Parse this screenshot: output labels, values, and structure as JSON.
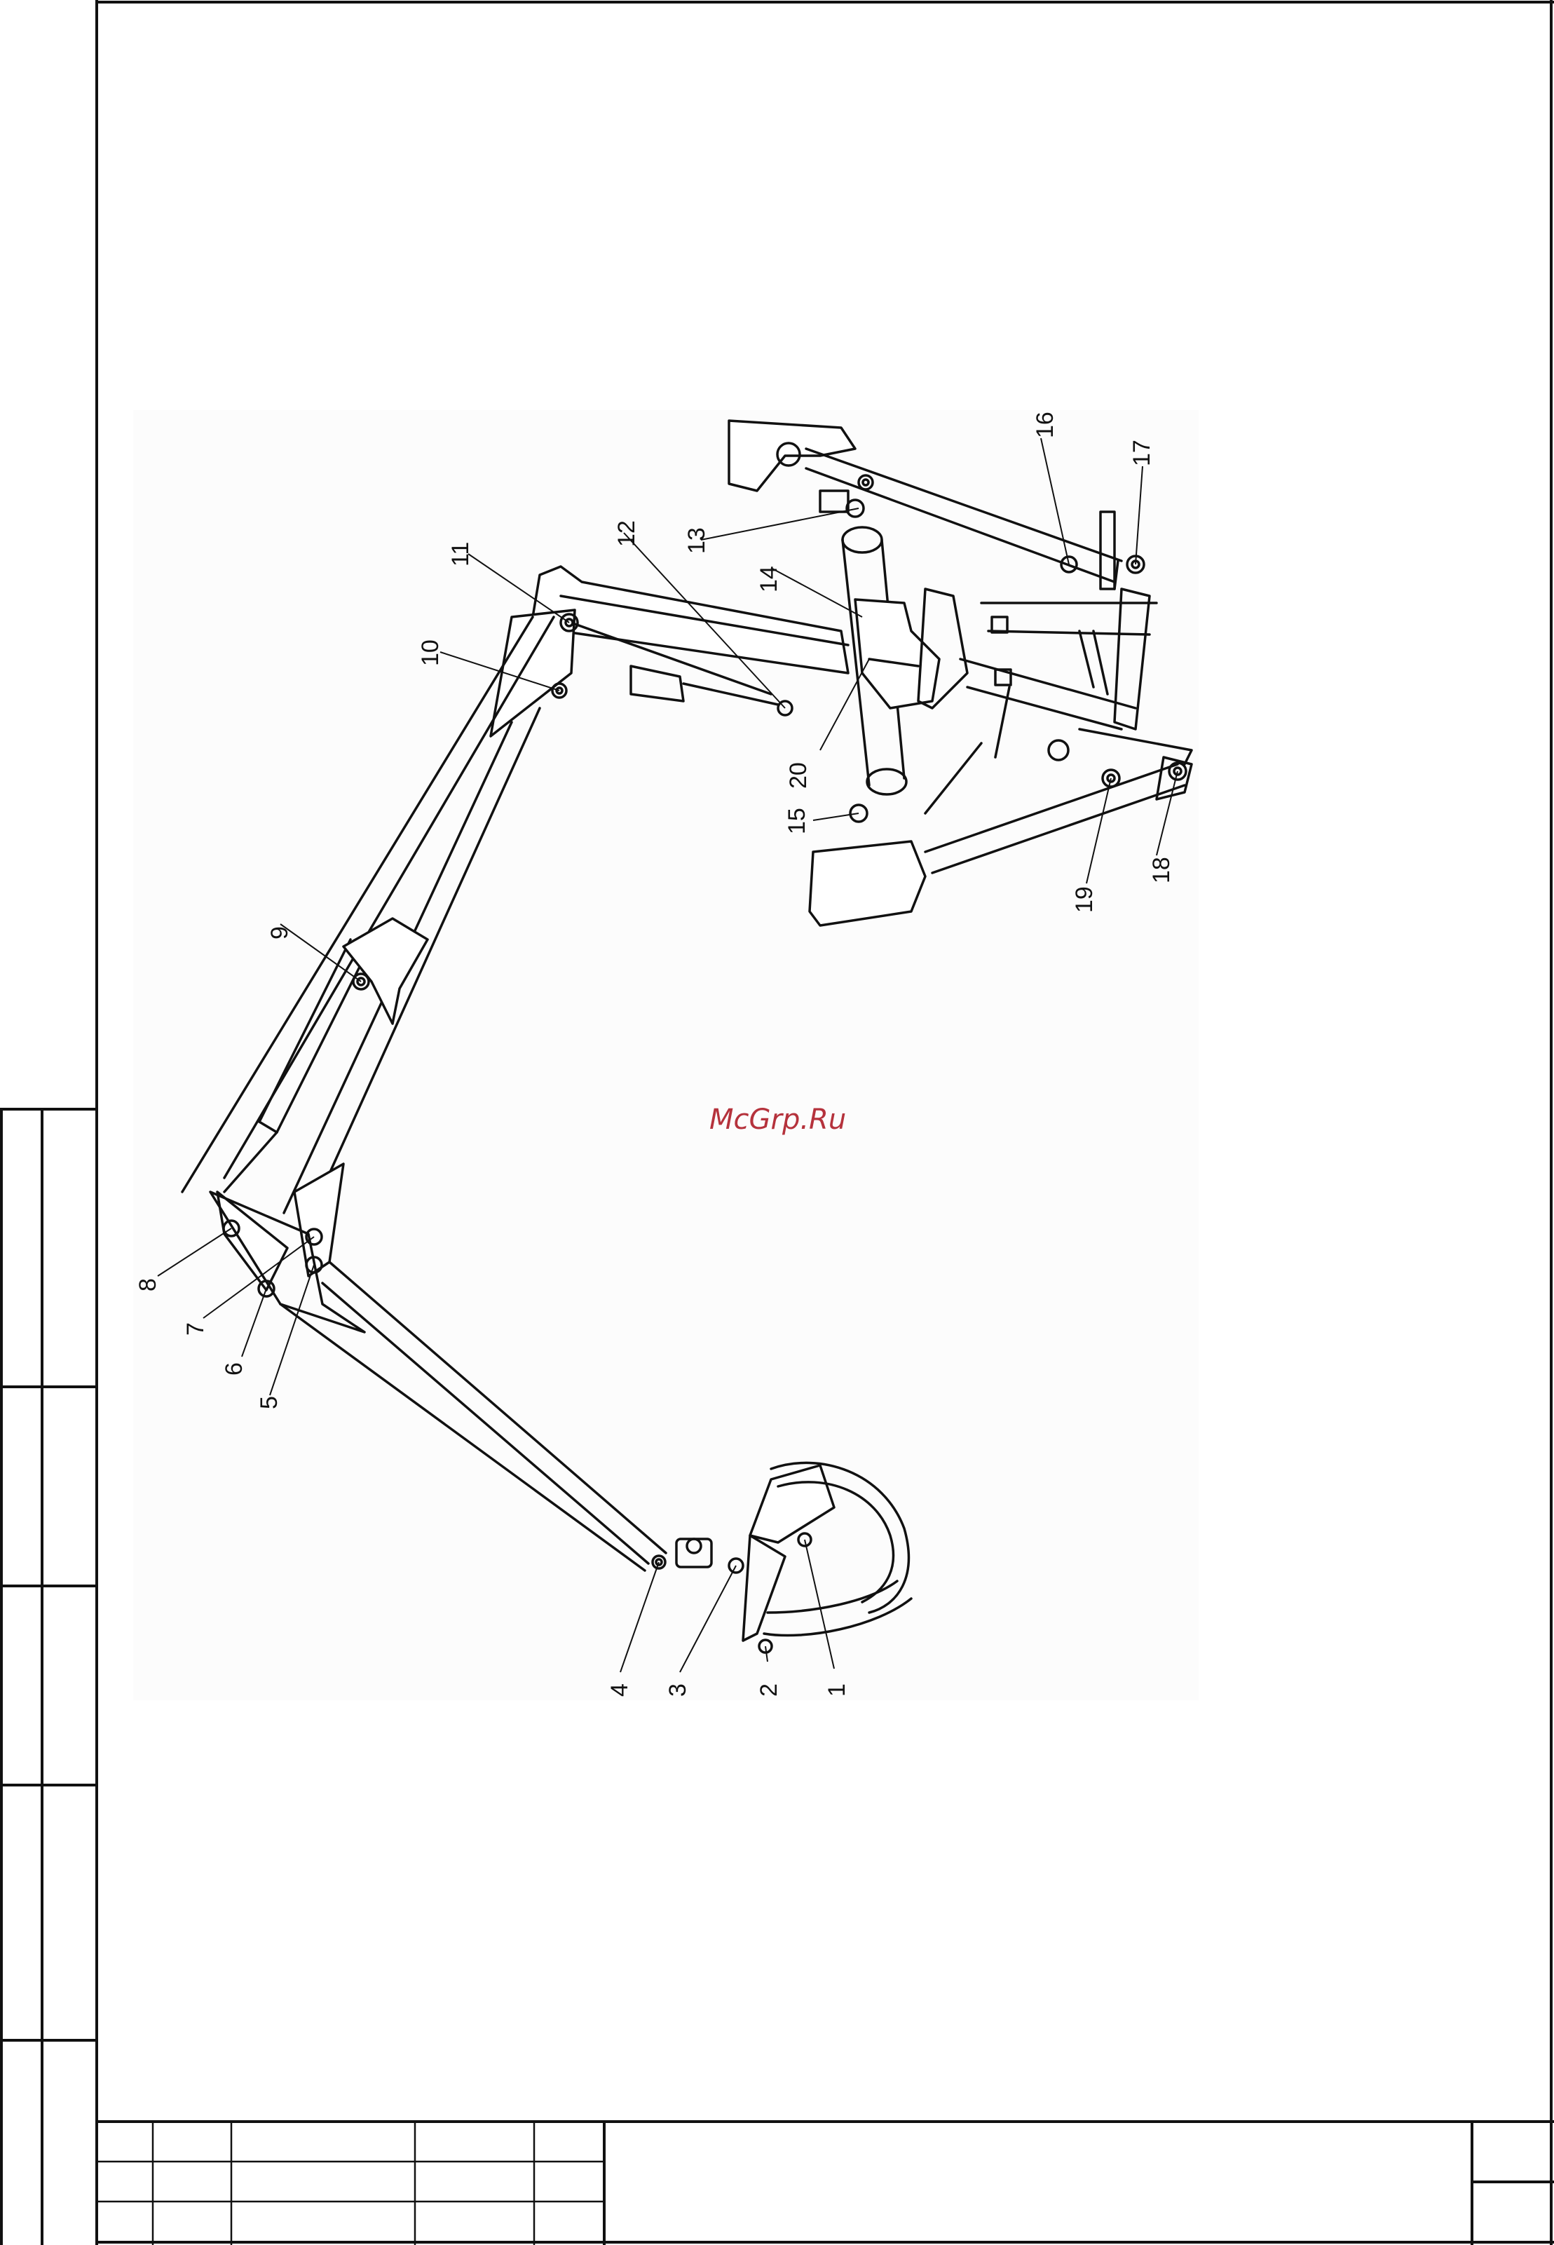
{
  "watermark": "McGrp.Ru",
  "callouts": {
    "c1": "1",
    "c2": "2",
    "c3": "3",
    "c4": "4",
    "c5": "5",
    "c6": "6",
    "c7": "7",
    "c8": "8",
    "c9": "9",
    "c10": "10",
    "c11": "11",
    "c12": "12",
    "c13": "13",
    "c14": "14",
    "c15": "15",
    "c16": "16",
    "c17": "17",
    "c18": "18",
    "c19": "19",
    "c20": "20"
  },
  "colors": {
    "line": "#111111",
    "background": "#ffffff",
    "drawing_area": "#fcfcfc",
    "watermark": "#b5323c"
  }
}
